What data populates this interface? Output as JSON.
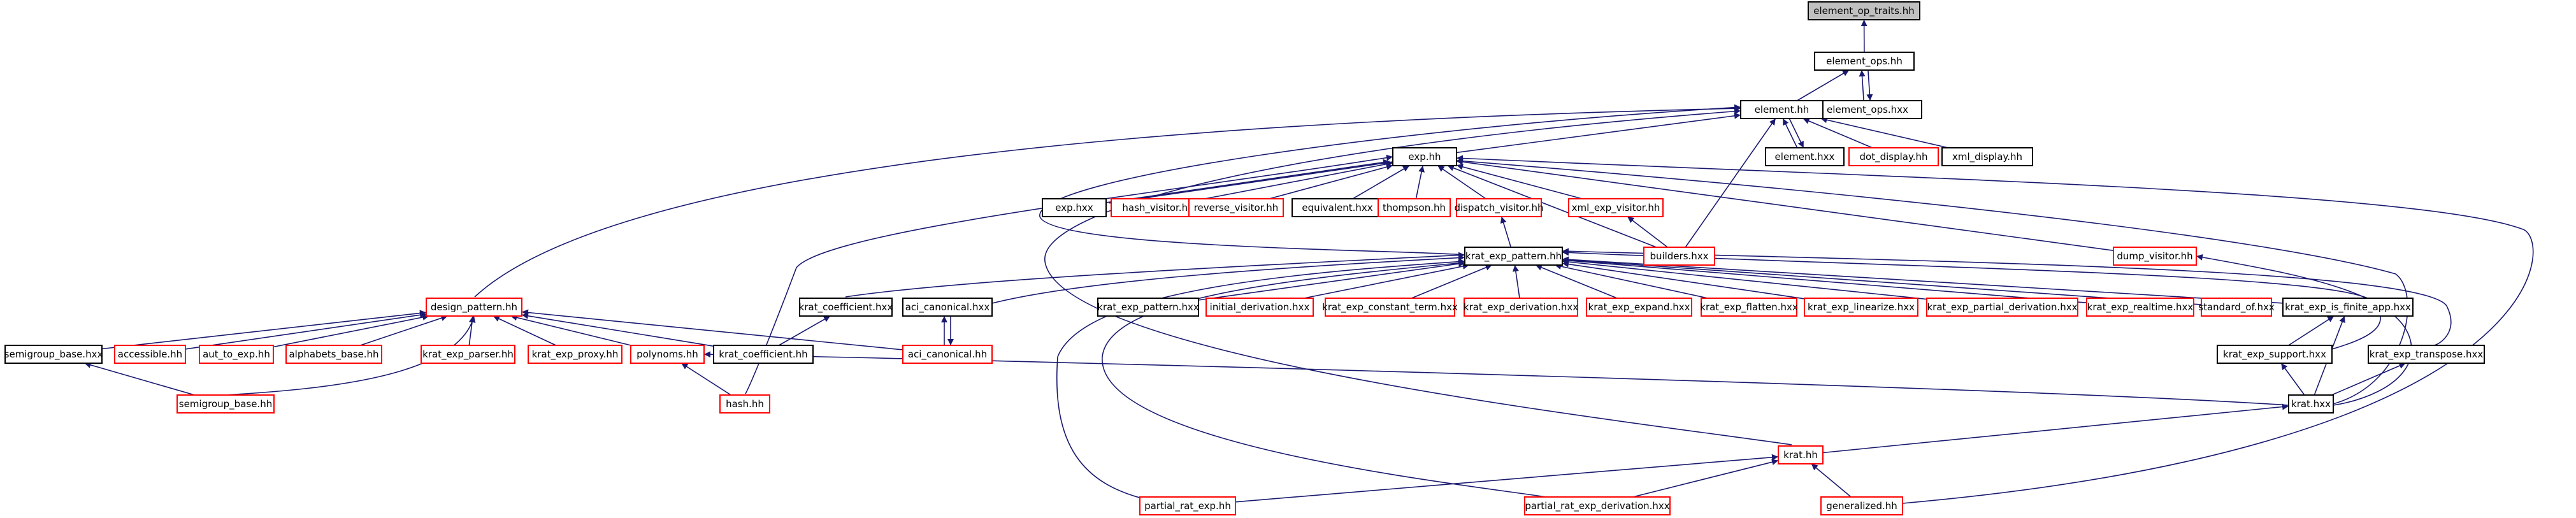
{
  "colors": {
    "edge": "#191970",
    "node_border": "#000000",
    "node_border_red": "#ff0000",
    "root_fill": "#c0c0c0"
  },
  "nodes": {
    "n0": {
      "label": "element_op_traits.hh"
    },
    "n1": {
      "label": "element_ops.hh"
    },
    "n2": {
      "label": "element_ops.hxx"
    },
    "n3": {
      "label": "element.hh"
    },
    "n4": {
      "label": "element.hxx"
    },
    "n5": {
      "label": "dot_display.hh"
    },
    "n6": {
      "label": "xml_display.hh"
    },
    "n7": {
      "label": "exp.hh"
    },
    "n8": {
      "label": "exp.hxx"
    },
    "n9": {
      "label": "hash_visitor.hh"
    },
    "n10": {
      "label": "reverse_visitor.hh"
    },
    "n11": {
      "label": "equivalent.hxx"
    },
    "n12": {
      "label": "thompson.hh"
    },
    "n13": {
      "label": "dispatch_visitor.hh"
    },
    "n14": {
      "label": "xml_exp_visitor.hh"
    },
    "n15": {
      "label": "builders.hxx"
    },
    "n16": {
      "label": "dump_visitor.hh"
    },
    "n17": {
      "label": "krat_exp_pattern.hh"
    },
    "n18": {
      "label": "design_pattern.hh"
    },
    "n19": {
      "label": "semigroup_base.hxx"
    },
    "n20": {
      "label": "accessible.hh"
    },
    "n21": {
      "label": "aut_to_exp.hh"
    },
    "n22": {
      "label": "alphabets_base.hh"
    },
    "n23": {
      "label": "krat_exp_parser.hh"
    },
    "n24": {
      "label": "krat_exp_proxy.hh"
    },
    "n25": {
      "label": "polynoms.hh"
    },
    "n26": {
      "label": "krat_coefficient.hh"
    },
    "n27": {
      "label": "krat_coefficient.hxx"
    },
    "n28": {
      "label": "aci_canonical.hxx"
    },
    "n29": {
      "label": "aci_canonical.hh"
    },
    "n30": {
      "label": "semigroup_base.hh"
    },
    "n31": {
      "label": "hash.hh"
    },
    "n32": {
      "label": "krat_exp_pattern.hxx"
    },
    "n33": {
      "label": "initial_derivation.hxx"
    },
    "n34": {
      "label": "krat_exp_constant_term.hxx"
    },
    "n35": {
      "label": "krat_exp_derivation.hxx"
    },
    "n36": {
      "label": "krat_exp_expand.hxx"
    },
    "n37": {
      "label": "krat_exp_flatten.hxx"
    },
    "n38": {
      "label": "krat_exp_linearize.hxx"
    },
    "n39": {
      "label": "krat_exp_partial_derivation.hxx"
    },
    "n40": {
      "label": "krat_exp_realtime.hxx"
    },
    "n41": {
      "label": "standard_of.hxx"
    },
    "n42": {
      "label": "krat_exp_is_finite_app.hxx"
    },
    "n43": {
      "label": "krat_exp_support.hxx"
    },
    "n44": {
      "label": "krat_exp_transpose.hxx"
    },
    "n45": {
      "label": "krat.hxx"
    },
    "n46": {
      "label": "krat.hh"
    },
    "n47": {
      "label": "partial_rat_exp.hh"
    },
    "n48": {
      "label": "partial_rat_exp_derivation.hxx"
    },
    "n49": {
      "label": "generalized.hh"
    }
  }
}
